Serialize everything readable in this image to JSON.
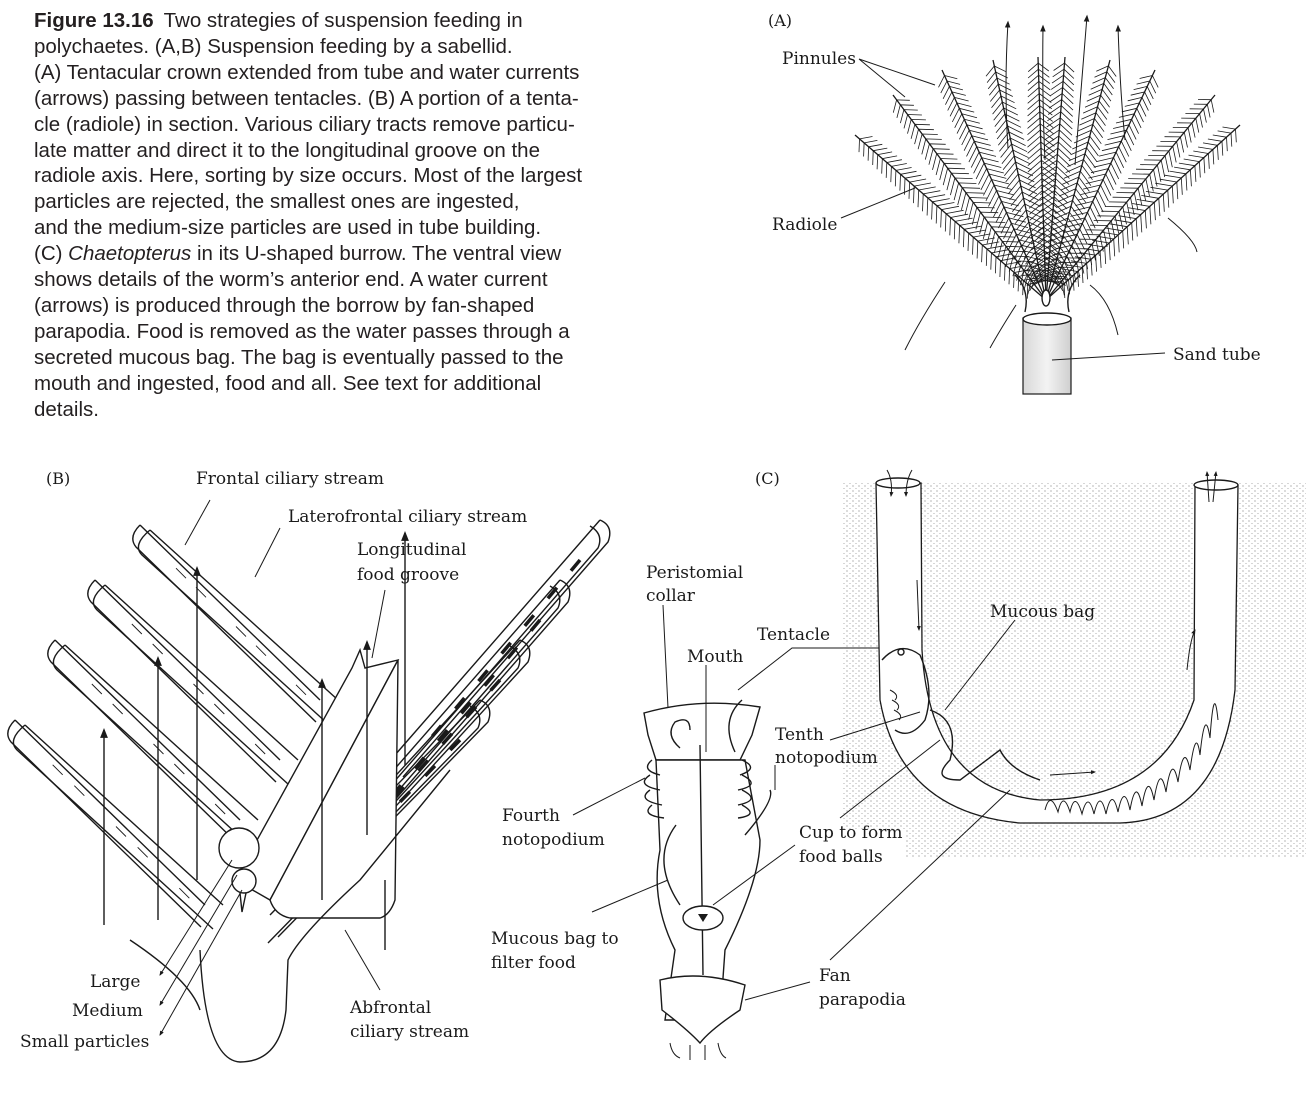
{
  "caption": {
    "figure_number": "Figure 13.16",
    "lines": [
      "Two strategies of suspension feeding in",
      "polychaetes. (A,B) Suspension feeding by a sabellid.",
      "(A) Tentacular crown extended from tube and water currents",
      "(arrows) passing between tentacles. (B) A portion of a tenta-",
      "cle (radiole) in section. Various ciliary tracts remove particu-",
      "late matter and direct it to the longitudinal groove on the",
      "radiole axis. Here, sorting by size occurs. Most of the largest",
      "particles are rejected, the smallest ones are ingested,",
      "and the medium-size particles are used in tube building."
    ],
    "line_c_prefix": "(C) ",
    "line_c_italic": "Chaetopterus",
    "line_c_suffix": " in its U-shaped burrow. The ventral view",
    "lines_after": [
      "shows details of the worm’s anterior end. A water current",
      "(arrows) is produced through the borrow by fan-shaped",
      "parapodia. Food is removed as the water passes through a",
      "secreted mucous bag. The bag is eventually passed to the",
      "mouth and ingested, food and all. See text for additional",
      "details."
    ]
  },
  "panel_a": {
    "label": "(A)",
    "labels": {
      "pinnules": "Pinnules",
      "radiole": "Radiole",
      "sand_tube": "Sand tube"
    }
  },
  "panel_b": {
    "label": "(B)",
    "labels": {
      "frontal": "Frontal ciliary stream",
      "laterofrontal": "Laterofrontal ciliary stream",
      "groove_1": "Longitudinal",
      "groove_2": "food groove",
      "large": "Large",
      "medium": "Medium",
      "small": "Small particles",
      "abfrontal_1": "Abfrontal",
      "abfrontal_2": "ciliary stream"
    }
  },
  "worm_detail": {
    "labels": {
      "peristomial_1": "Peristomial",
      "peristomial_2": "collar",
      "mouth": "Mouth",
      "tentacle": "Tentacle",
      "tenth_1": "Tenth",
      "tenth_2": "notopodium",
      "fourth_1": "Fourth",
      "fourth_2": "notopodium",
      "cup_1": "Cup to form",
      "cup_2": "food balls",
      "mucous_filter_1": "Mucous bag to",
      "mucous_filter_2": "filter food",
      "fan_1": "Fan",
      "fan_2": "parapodia"
    }
  },
  "panel_c": {
    "label": "(C)",
    "labels": {
      "mucous_bag": "Mucous bag"
    }
  }
}
